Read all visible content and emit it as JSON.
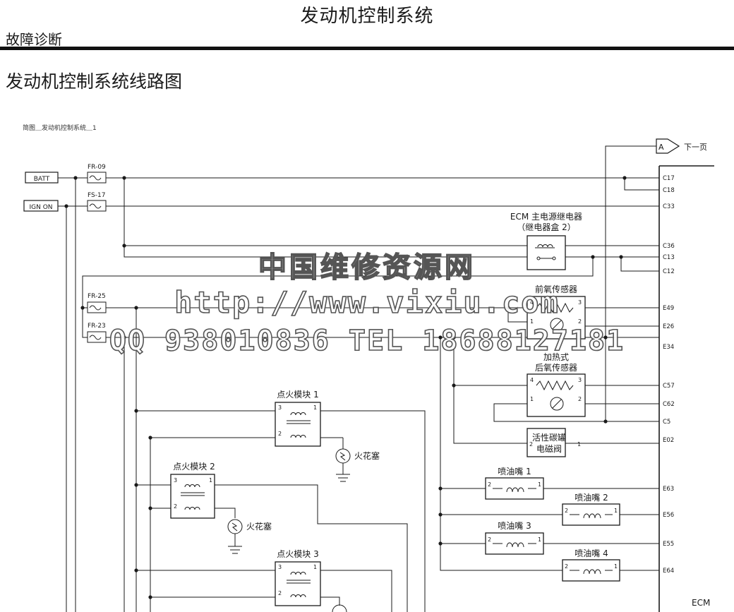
{
  "header": {
    "title": "发动机控制系统",
    "subtitle": "故障诊断"
  },
  "section_title": "发动机控制系统线路图",
  "diagram": {
    "caption": "简图＿发动机控制系统＿1",
    "next_page": {
      "connector": "A",
      "label": "下一页"
    },
    "power_labels": {
      "batt": "BATT",
      "ign_on": "IGN ON"
    },
    "fuses": [
      "FR-09",
      "FS-17",
      "FR-25",
      "FR-23"
    ],
    "ecm_label": "ECM",
    "pins": [
      "C17",
      "C18",
      "C33",
      "C36",
      "C13",
      "C12",
      "E49",
      "E26",
      "E34",
      "C57",
      "C62",
      "C5",
      "E02",
      "E63",
      "E56",
      "E55",
      "E64"
    ],
    "relay": {
      "line1": "ECM 主电源继电器",
      "line2": "（继电器盒 2）"
    },
    "front_o2": "前氧传感器",
    "rear_o2": {
      "line1": "加热式",
      "line2": "后氧传感器"
    },
    "canister": {
      "line1": "活性碳罐",
      "line2": "电磁阀"
    },
    "ignition_modules": [
      "点火模块 1",
      "点火模块 2",
      "点火模块 3"
    ],
    "spark_plug": "火花塞",
    "injectors": [
      "喷油嘴 1",
      "喷油嘴 2",
      "喷油嘴 3",
      "喷油嘴 4"
    ],
    "pin_numbers": {
      "p1": "1",
      "p2": "2",
      "p3": "3",
      "p4": "4"
    }
  },
  "watermark": {
    "line1": "中国维修资源网",
    "line2": "http://www.vixiu.com",
    "line3": "QQ 938010836  TEL 18688127181"
  }
}
